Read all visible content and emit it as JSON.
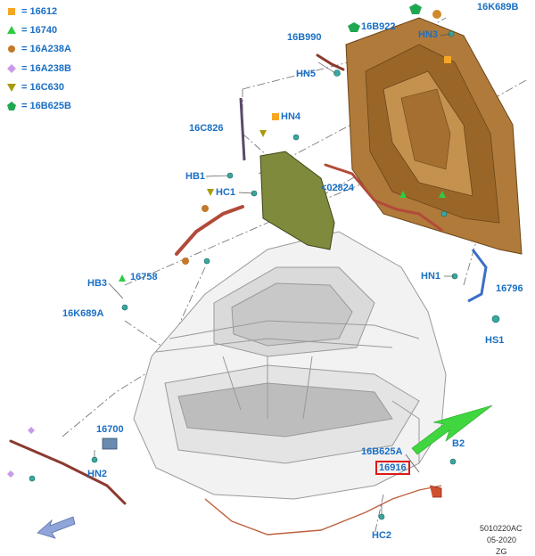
{
  "legend": [
    {
      "symbol": "orange-square",
      "color": "#f5a623",
      "text": "= 16612"
    },
    {
      "symbol": "green-triangle",
      "color": "#2ecc40",
      "text": "= 16740"
    },
    {
      "symbol": "brown-circle",
      "color": "#c27a2a",
      "text": "= 16A238A"
    },
    {
      "symbol": "violet-diamond",
      "color": "#c99ae8",
      "text": "= 16A238B"
    },
    {
      "symbol": "olive-triangle-down",
      "color": "#a89a10",
      "text": "= 16C630"
    },
    {
      "symbol": "green-pentagon",
      "color": "#1fa84f",
      "text": "= 16B625B"
    }
  ],
  "callouts": {
    "c16K689B": "16K689B",
    "c16B922": "16B922",
    "c16B990": "16B990",
    "cHN3": "HN3",
    "cHN5": "HN5",
    "cHN4": "HN4",
    "c16C826": "16C826",
    "cHB1": "HB1",
    "cHC1": "HC1",
    "c02824": "<02824",
    "cHN1": "HN1",
    "c16796": "16796",
    "cHS1": "HS1",
    "cHB3": "HB3",
    "c16758": "16758",
    "c16K689A": "16K689A",
    "c16700": "16700",
    "cHN2": "HN2",
    "c16B625A": "16B625A",
    "cB2": "B2",
    "c16916": "16916",
    "cHC2": "HC2"
  },
  "meta": {
    "code": "5010220AC",
    "date": "05-2020",
    "initials": "ZG"
  },
  "colors": {
    "label_blue": "#1a6fc4",
    "highlight_red": "#e01818",
    "hood_brown": "#b07a3a",
    "insulator_green": "#7f8a3c",
    "seal_red": "#b24a3a",
    "pointer_green": "#3fd63f",
    "direction_arrow": "#8fa4d8"
  }
}
